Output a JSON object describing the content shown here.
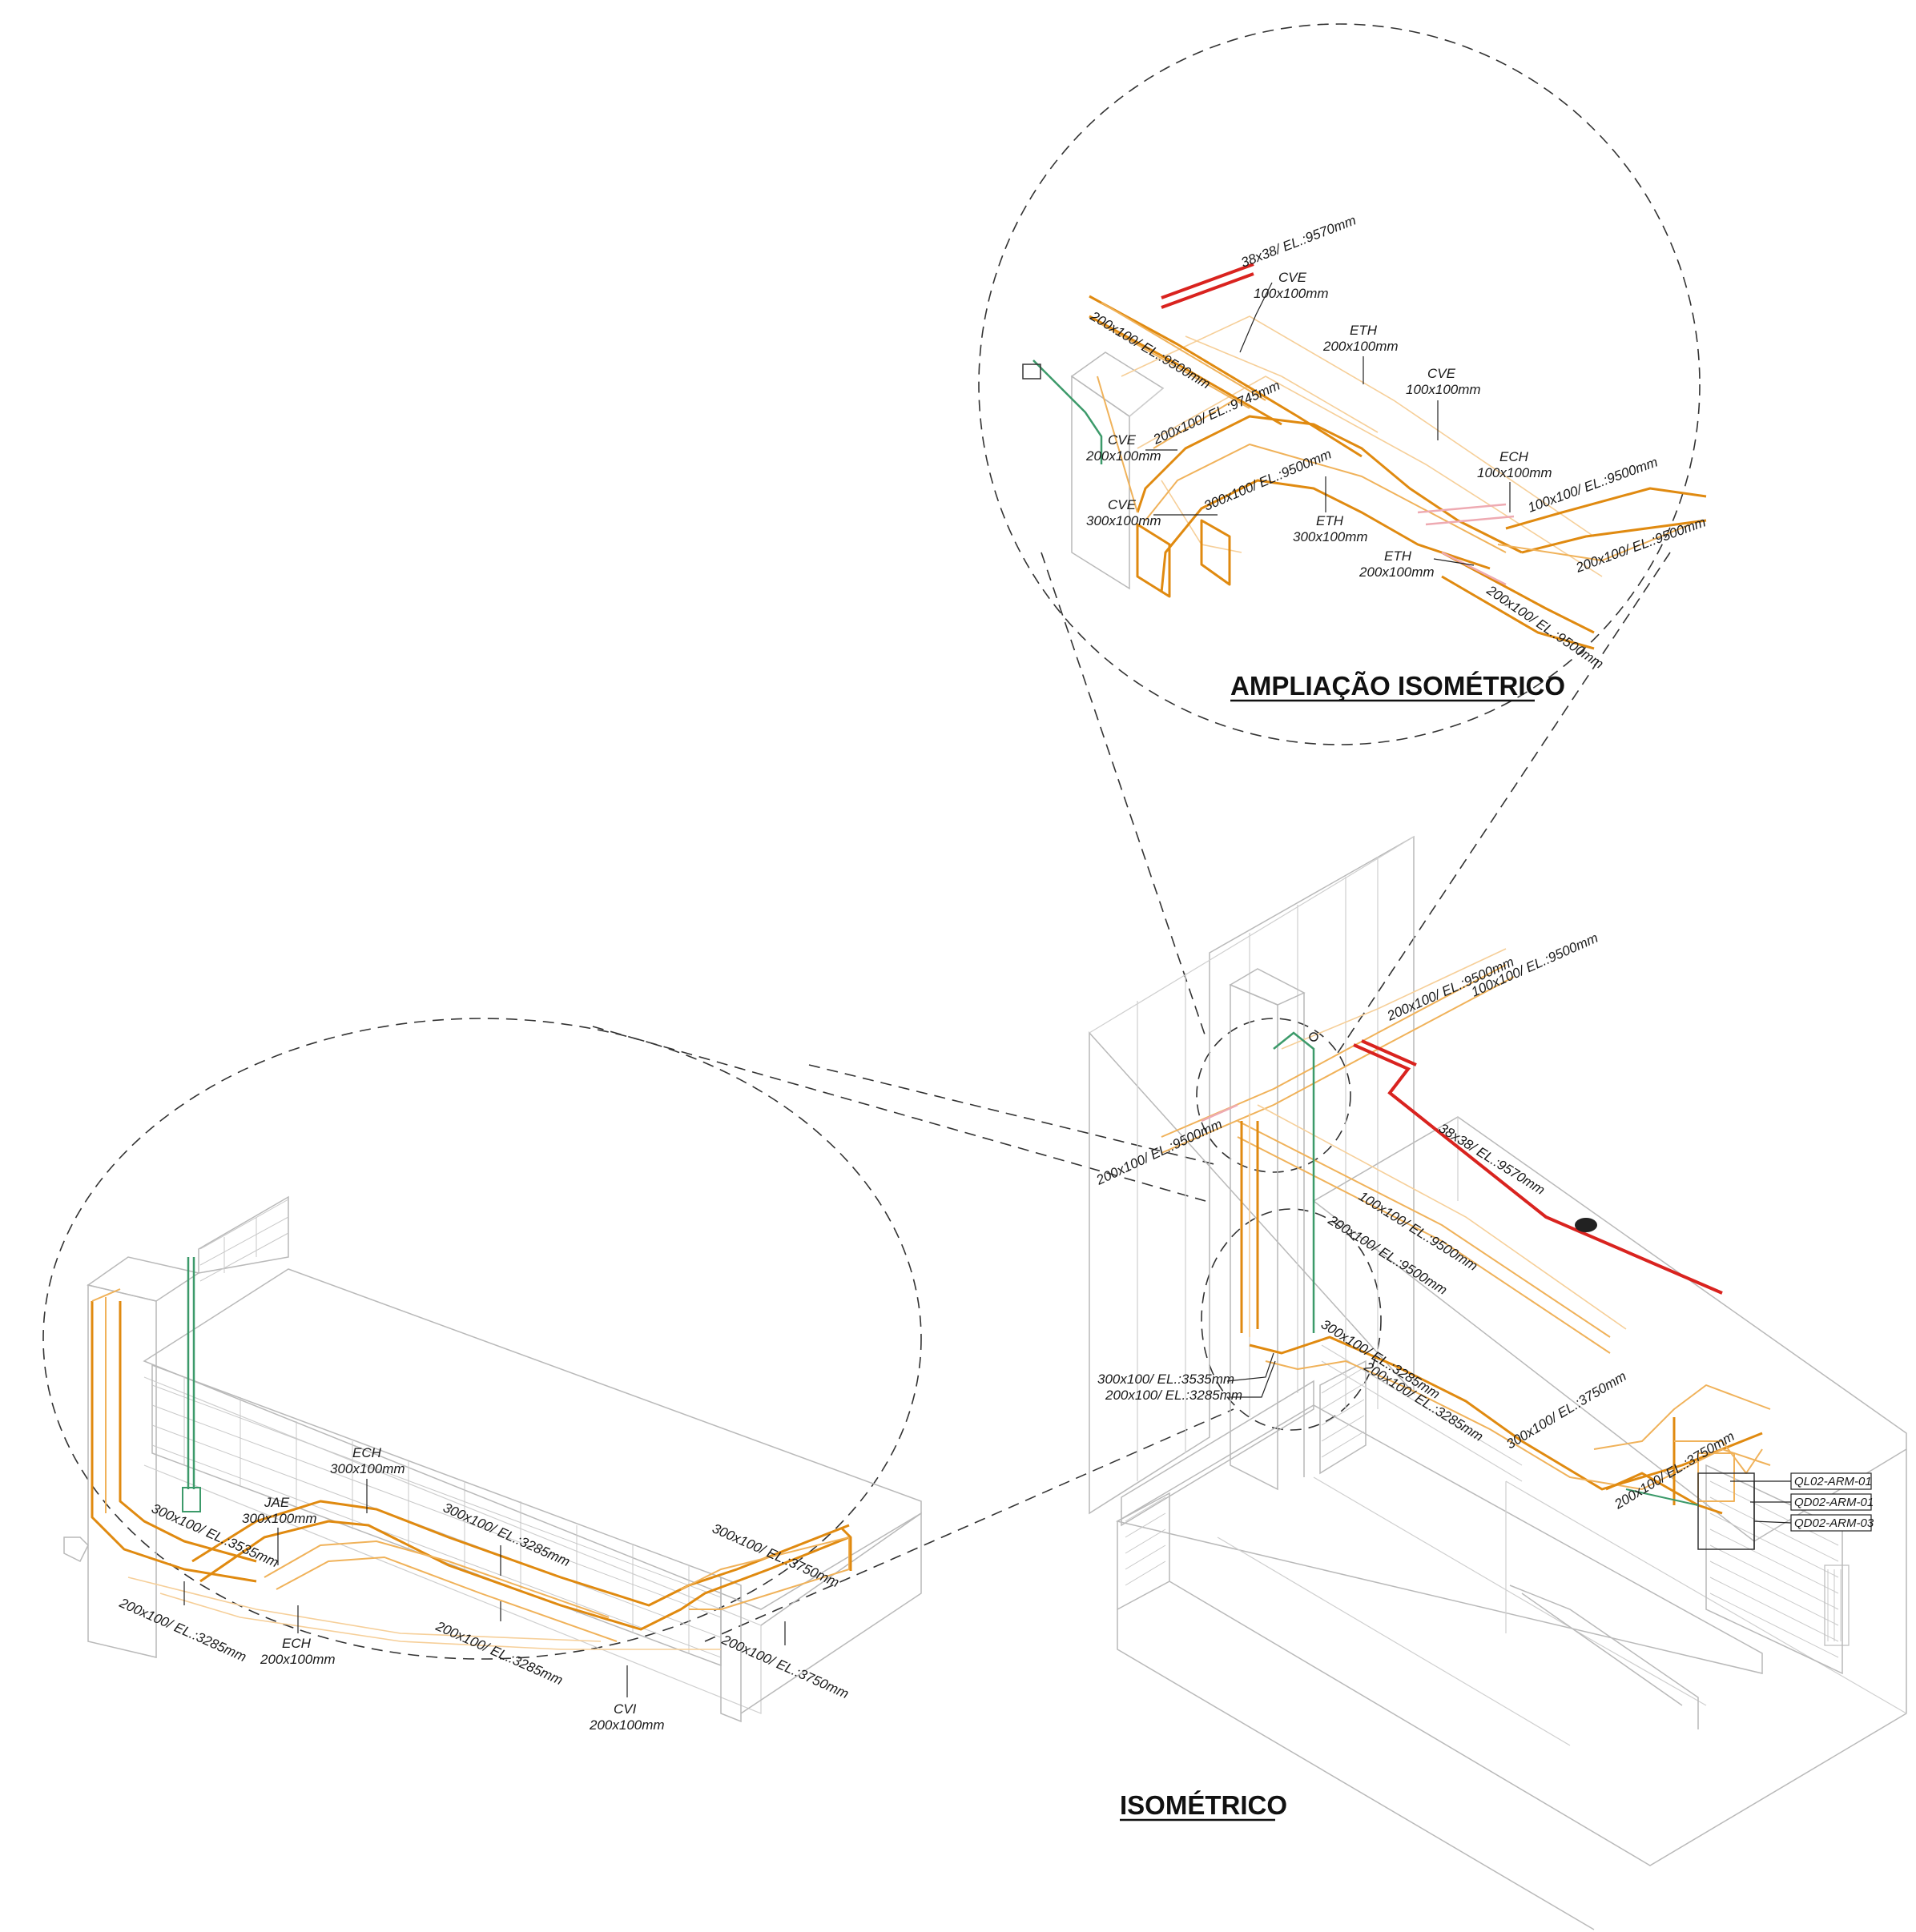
{
  "titles": {
    "zoom": "AMPLIAÇÃO ISOMÉTRICO",
    "main": "ISOMÉTRICO"
  },
  "zoom_labels": {
    "r38": "38x38/ EL.:9570mm",
    "cve1_a": "CVE",
    "cve1_b": "100x100mm",
    "d200_9500a": "200x100/ EL.:9500mm",
    "eth1_a": "ETH",
    "eth1_b": "200x100mm",
    "cve2_a": "CVE",
    "cve2_b": "100x100mm",
    "d200_9745": "200x100/ EL.:9745mm",
    "cve3_a": "CVE",
    "cve3_b": "200x100mm",
    "ech1_a": "ECH",
    "ech1_b": "100x100mm",
    "d100_9500": "100x100/ EL.:9500mm",
    "d300_9500": "300x100/ EL.:9500mm",
    "cve4_a": "CVE",
    "cve4_b": "300x100mm",
    "eth2_a": "ETH",
    "eth2_b": "300x100mm",
    "d200_9500b": "200x100/ EL.:9500mm",
    "eth3_a": "ETH",
    "eth3_b": "200x100mm",
    "d200_9500c": "200x100/ EL.:9500mm"
  },
  "main_labels": {
    "m200_9500a": "200x100/ EL.:9500mm",
    "m100_9500a": "100x100/ EL.:9500mm",
    "m200_9500b": "200x100/ EL.:9500mm",
    "m38": "38x38/ EL.:9570mm",
    "m100_9500b": "100x100/ EL.:9500mm",
    "m200_9500c": "200x100/ EL.:9500mm",
    "m300_3285": "300x100/ EL.:3285mm",
    "m300_3535": "300x100/ EL.:3535mm",
    "m200_3285a": "200x100/ EL.:3285mm",
    "m200_3285b": "200x100/ EL.:3285mm",
    "m300_3750": "300x100/ EL.:3750mm",
    "m200_3750": "200x100/ EL.:3750mm",
    "tag1": "QL02-ARM-01",
    "tag2": "QD02-ARM-01",
    "tag3": "QD02-ARM-03"
  },
  "left_labels": {
    "ech1_a": "ECH",
    "ech1_b": "300x100mm",
    "jae_a": "JAE",
    "jae_b": "300x100mm",
    "l300_3535": "300x100/ EL.:3535mm",
    "l300_3285": "300x100/ EL.:3285mm",
    "l300_3750": "300x100/ EL.:3750mm",
    "l200_3285a": "200x100/ EL.:3285mm",
    "ech2_a": "ECH",
    "ech2_b": "200x100mm",
    "l200_3285b": "200x100/ EL.:3285mm",
    "l200_3750": "200x100/ EL.:3750mm",
    "cvi_a": "CVI",
    "cvi_b": "200x100mm"
  }
}
